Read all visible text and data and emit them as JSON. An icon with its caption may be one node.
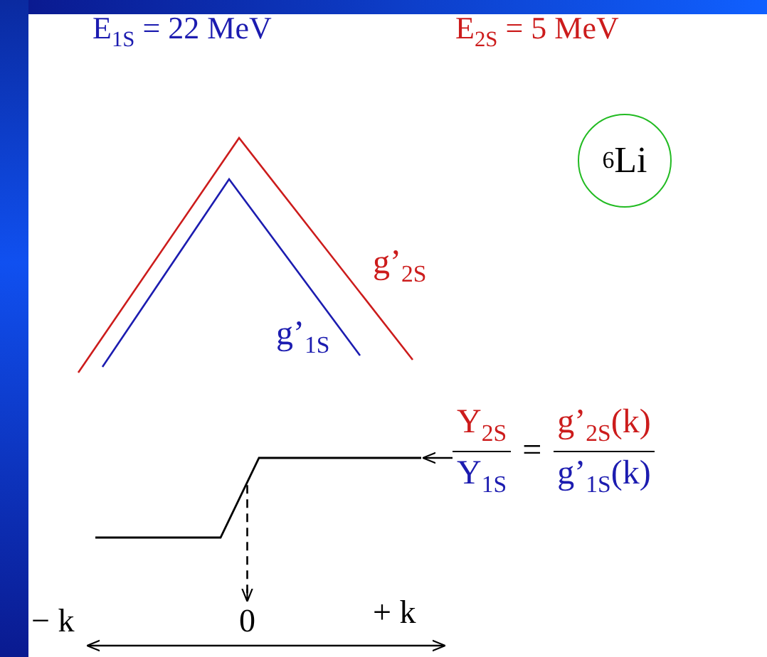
{
  "diagram": {
    "nodes": [
      {
        "text": [],
        "shape": "curve"
      },
      {
        "text": [
          "Y$_{2S}$",
          "Y$_{1S}$",
          "=",
          "g’$_{2S}$(k)",
          "g’$_{1S}$(k)"
        ]
      },
      {
        "text": [
          "0"
        ]
      },
      {
        "text": [
          "$^{6}$Li"
        ]
      }
    ],
    "edges": [
      {
        "from": 1,
        "to": 0,
        "arrow": "to"
      },
      {
        "from": 0,
        "to": 2,
        "arrow": "to",
        "style": "dashed"
      }
    ],
    "labels": [
      "E$_{1S}$ = 22 MeV",
      "E$_{2S}$ = 5 MeV",
      "g’$_{2S}$",
      "g’$_{1S}$",
      "− k",
      "+ k"
    ]
  }
}
